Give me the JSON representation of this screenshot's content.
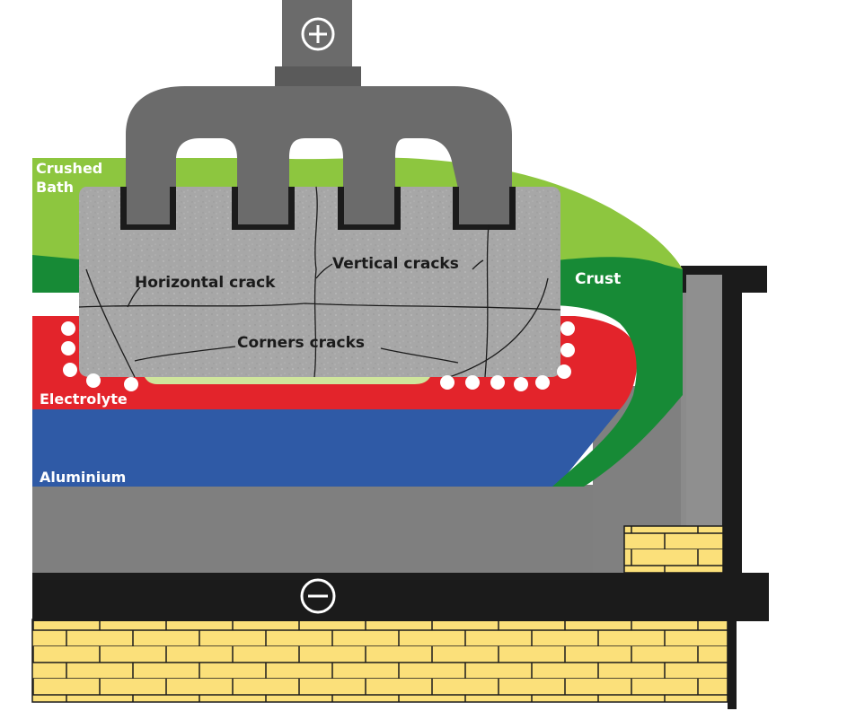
{
  "labels": {
    "crushed_bath_line1": "Crushed",
    "crushed_bath_line2": "Bath",
    "crust": "Crust",
    "electrolyte": "Electrolyte",
    "aluminium": "Aluminium",
    "horizontal_crack": "Horizontal crack",
    "vertical_cracks": "Vertical cracks",
    "corners_cracks": "Corners cracks"
  },
  "terminals": {
    "positive": "+",
    "negative": "−"
  },
  "colors": {
    "crushed_bath": "#8dc63f",
    "crust": "#178a36",
    "electrolyte": "#e3242b",
    "aluminium": "#2f5aa6",
    "cathode_gray": "#7f7f7f",
    "anode_holder": "#6b6b6b",
    "anode_block": "#a9a9a9",
    "bus_bar": "#1b1b1b",
    "brick": "#fbe07a",
    "bubble": "#ffffff"
  }
}
